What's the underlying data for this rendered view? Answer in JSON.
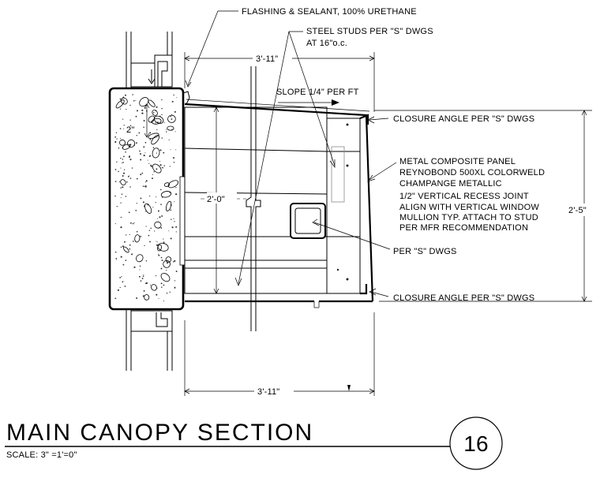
{
  "notes": {
    "flashing": "FLASHING & SEALANT, 100% URETHANE",
    "studs_line1": "STEEL STUDS PER \"S\" DWGS",
    "studs_line2": "AT 16\"o.c.",
    "slope": "SLOPE 1/4\" PER FT",
    "closure_top": "CLOSURE ANGLE PER \"S\" DWGS",
    "closure_bottom": "CLOSURE ANGLE PER \"S\" DWGS",
    "panel_line1": "METAL COMPOSITE PANEL",
    "panel_line2": "REYNOBOND 500XL COLORWELD",
    "panel_line3": "CHAMPANGE METALLIC",
    "panel_line4": "1/2\" VERTICAL RECESS JOINT",
    "panel_line5": "ALIGN WITH VERTICAL WINDOW",
    "panel_line6": "MULLION TYP. ATTACH TO STUD",
    "panel_line7": "PER MFR RECOMMENDATION",
    "per_s": "PER \"S\" DWGS"
  },
  "dimensions": {
    "top_width": "3'-11\"",
    "bottom_width": "3'-11\"",
    "inner_height": "2'-0\"",
    "overall_height": "2'-5\"",
    "small_left": "2\""
  },
  "title_block": {
    "title": "MAIN CANOPY SECTION",
    "scale": "SCALE: 3\" =1'=0\"",
    "detail_number": "16"
  }
}
